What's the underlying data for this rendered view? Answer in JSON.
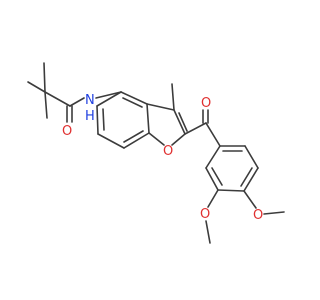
{
  "molecule": {
    "atoms": [
      {
        "id": "O_amide",
        "text": "O",
        "color": "#e03030"
      },
      {
        "id": "N_amide",
        "text": "N",
        "color": "#2040e0"
      },
      {
        "id": "H_amide",
        "text": "H",
        "color": "#2040e0"
      },
      {
        "id": "O_ketone",
        "text": "O",
        "color": "#e03030"
      },
      {
        "id": "O_furan",
        "text": "O",
        "color": "#e03030"
      },
      {
        "id": "O_meo3",
        "text": "O",
        "color": "#e03030"
      },
      {
        "id": "O_meo4",
        "text": "O",
        "color": "#e03030"
      }
    ],
    "bond_color": "#3c3c3c"
  }
}
